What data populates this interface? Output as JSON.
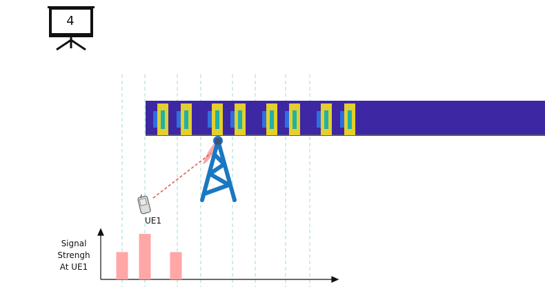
{
  "slide": {
    "number": "4"
  },
  "ue": {
    "label": "UE1"
  },
  "chart_data": {
    "type": "bar",
    "ylabel": "Signal\nStrengh\nAt UE1",
    "xlabel": "",
    "title": "",
    "categories": [
      "",
      "",
      ""
    ],
    "values": [
      0.6,
      1.0,
      0.6
    ]
  },
  "colors": {
    "beam_band": "#3d27a3",
    "antenna_yellow": "#e4cf2c",
    "antenna_blue": "#2f6fe0",
    "antenna_teal": "#1fb2a8",
    "tower": "#1a78c2",
    "beam_lobe": "#f4a0a0",
    "link_line": "#e84a4a",
    "bar": "#ffa6a6",
    "gridline": "#9fd8d0"
  },
  "icons": [
    "presentation-board-icon",
    "cell-tower-icon",
    "mobile-phone-icon"
  ]
}
